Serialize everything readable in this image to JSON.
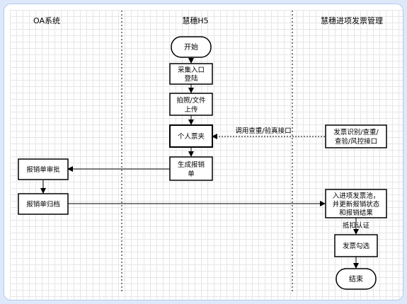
{
  "lanes": {
    "oa": "OA系统",
    "h5": "慧穗H5",
    "invoice": "慧穗进项发票管理"
  },
  "nodes": {
    "start": "开始",
    "collect_1": "采集入口",
    "collect_2": "登陆",
    "photo_1": "拍照/文件",
    "photo_2": "上传",
    "ticket_folder": "个人票夹",
    "generate_1": "生成报销",
    "generate_2": "单",
    "recognize_1": "发票识别/查重/",
    "recognize_2": "查验/风控接口",
    "approve": "报销单审批",
    "archive": "报销单归档",
    "pool_1": "入进项发票池，",
    "pool_2": "并更新报销状态",
    "pool_3": "和报销结果",
    "deduct": "抵扣认证",
    "select": "发票勾选",
    "end": "结束"
  },
  "edge_labels": {
    "api_call": "调用查重/验真接口"
  }
}
